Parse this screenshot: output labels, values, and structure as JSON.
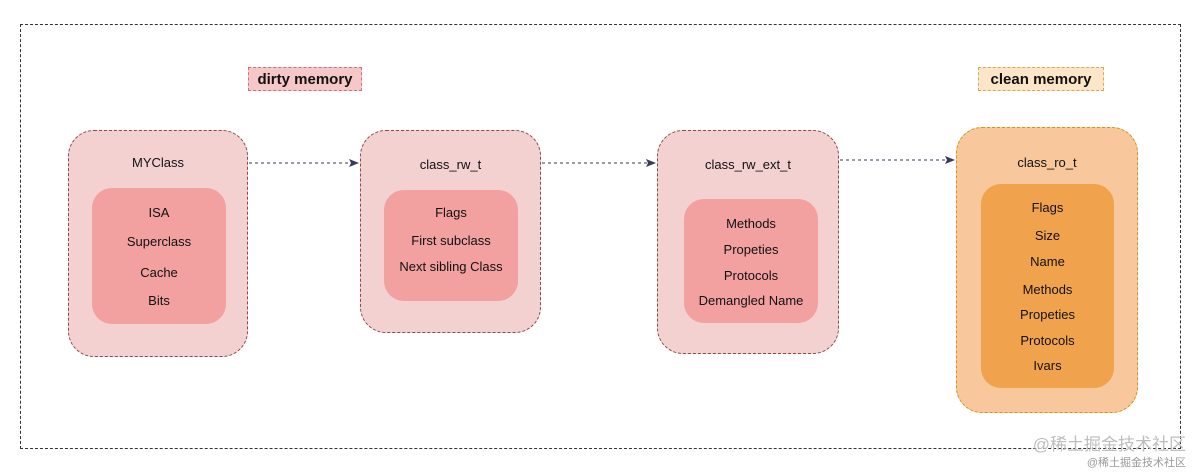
{
  "labels": {
    "dirty_memory": "dirty memory",
    "clean_memory": "clean memory"
  },
  "boxes": [
    {
      "title": "MYClass",
      "fields": [
        "ISA",
        "Superclass",
        "Cache",
        "Bits"
      ]
    },
    {
      "title": "class_rw_t",
      "fields": [
        "Flags",
        "First subclass",
        "Next sibling Class"
      ]
    },
    {
      "title": "class_rw_ext_t",
      "fields": [
        "Methods",
        "Propeties",
        "Protocols",
        "Demangled Name"
      ]
    },
    {
      "title": "class_ro_t",
      "fields": [
        "Flags",
        "Size",
        "Name",
        "Methods",
        "Propeties",
        "Protocols",
        "Ivars"
      ]
    }
  ],
  "colors": {
    "dirty_outer": "#f3d1d1",
    "dirty_inner": "#f2a0a0",
    "clean_outer": "#f8c79b",
    "clean_inner": "#f0a24c",
    "arrow": "#3a3a5c"
  },
  "watermark": {
    "line1": "@稀土掘金技术社区",
    "line2": "@稀土掘金技术社区"
  }
}
